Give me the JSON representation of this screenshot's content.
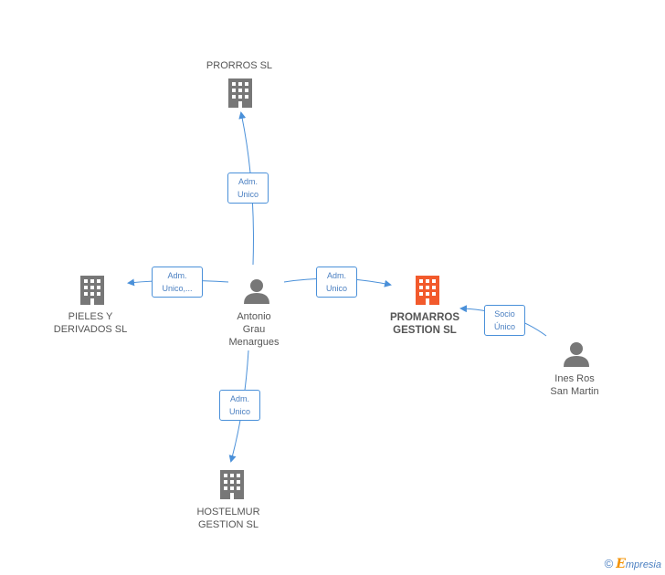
{
  "nodes": {
    "prorros": {
      "label": "PRORROS SL",
      "color": "#777777"
    },
    "pieles": {
      "label": "PIELES Y\nDERIVADOS  SL",
      "color": "#777777"
    },
    "antonio": {
      "label": "Antonio\nGrau\nMenargues",
      "color": "#777777"
    },
    "promarros": {
      "label": "PROMARROS\nGESTION SL",
      "color": "#f25a2c"
    },
    "ines": {
      "label": "Ines Ros\nSan Martin",
      "color": "#777777"
    },
    "hostelmur": {
      "label": "HOSTELMUR\nGESTION SL",
      "color": "#777777"
    }
  },
  "edges": {
    "to_prorros": "Adm.\nUnico",
    "to_pieles": "Adm.\nUnico,...",
    "to_promarros": "Adm.\nUnico",
    "to_hostelmur": "Adm.\nUnico",
    "ines_to_promarros": "Socio\nÚnico"
  },
  "colors": {
    "edge": "#4a90d9"
  },
  "footer": {
    "symbol": "©",
    "brand_initial": "E",
    "brand_rest": "mpresia"
  }
}
